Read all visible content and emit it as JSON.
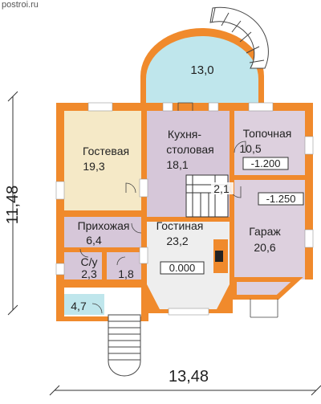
{
  "watermark": "postroi.ru",
  "dimensions": {
    "height": "11,48",
    "width": "13,48"
  },
  "rooms": {
    "rotunda": {
      "area": "13,0"
    },
    "guest": {
      "name": "Гостевая",
      "area": "19,3"
    },
    "kitchen": {
      "name_line1": "Кухня-",
      "name_line2": "столовая",
      "area": "18,1"
    },
    "boiler": {
      "name": "Топочная",
      "area": "10,5",
      "level": "-1.200"
    },
    "stair": {
      "area": "2,1"
    },
    "garage": {
      "name": "Гараж",
      "area": "20,6",
      "level": "-1.250"
    },
    "hall": {
      "name": "Прихожая",
      "area": "6,4"
    },
    "living": {
      "name": "Гостиная",
      "area": "23,2",
      "level": "0.000"
    },
    "wc": {
      "name": "С/у",
      "area": "2,3"
    },
    "closet": {
      "area": "1,8"
    },
    "porch": {
      "area": "4,7"
    }
  },
  "colors": {
    "wall": "#f08a2c",
    "guest": "#f5e9c7",
    "kitchen": "#d6c7d9",
    "boiler": "#ddd0de",
    "garage": "#ddd0de",
    "living": "#eeeeee",
    "rotunda": "#bfe6ec",
    "porch": "#bfe6ec",
    "hall": "#d6c7d9"
  }
}
